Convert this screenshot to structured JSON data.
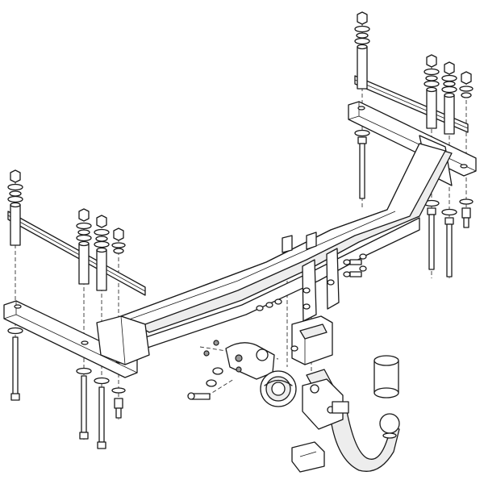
{
  "diagram": {
    "type": "exploded-assembly",
    "subject": "towbar",
    "parts": [
      {
        "id": "crossbar",
        "icon": "crossbar-beam"
      },
      {
        "id": "left-mounting-bracket",
        "icon": "bracket"
      },
      {
        "id": "right-mounting-bracket",
        "icon": "bracket"
      },
      {
        "id": "left-spacer-bar",
        "icon": "strap"
      },
      {
        "id": "right-spacer-bar",
        "icon": "strap"
      },
      {
        "id": "tow-ball-neck",
        "icon": "swan-neck"
      },
      {
        "id": "ball-cover-cap",
        "icon": "cap"
      },
      {
        "id": "socket-plate",
        "icon": "plate"
      },
      {
        "id": "electrical-socket",
        "icon": "socket"
      },
      {
        "id": "locking-handle",
        "icon": "handwheel"
      },
      {
        "id": "receiver-housing",
        "icon": "housing"
      },
      {
        "id": "bolts-nuts-washers",
        "icon": "fasteners"
      }
    ]
  }
}
